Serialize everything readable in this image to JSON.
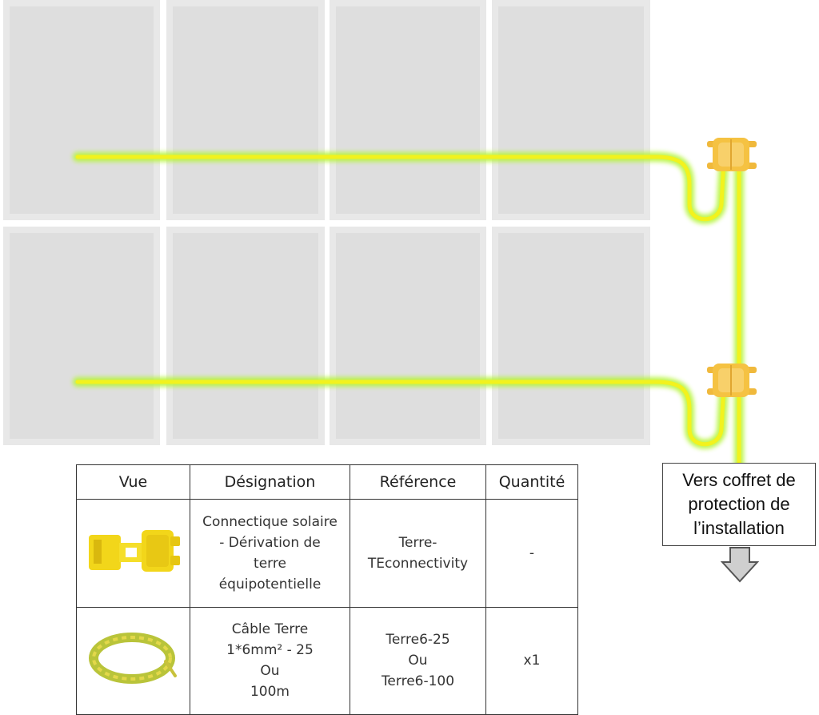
{
  "table": {
    "headers": [
      "Vue",
      "Désignation",
      "Référence",
      "Quantité"
    ],
    "rows": [
      {
        "view_icon": "yellow-connector-icon",
        "designation": "Connectique solaire\n- Dérivation de\nterre\néquipotentielle",
        "reference": "Terre-\nTEconnectivity",
        "quantity": "-"
      },
      {
        "view_icon": "green-yellow-cable-coil-icon",
        "designation": "Câble Terre\n1*6mm² - 25\nOu\n100m",
        "reference": "Terre6-25\nOu\nTerre6-100",
        "quantity": "x1"
      }
    ]
  },
  "destination": {
    "label": "Vers coffret de\nprotection de\nl’installation",
    "arrow_icon": "down-arrow-icon"
  },
  "diagram": {
    "panel_icon": "solar-panel-icon",
    "connector_icon": "ground-connector-icon",
    "colors": {
      "panel": "#e3e3e3",
      "panel_inner": "#dcdcdc",
      "cable": "#f2f21e",
      "cable_glow": "#b6f53a",
      "connector": "#f5c242"
    }
  }
}
